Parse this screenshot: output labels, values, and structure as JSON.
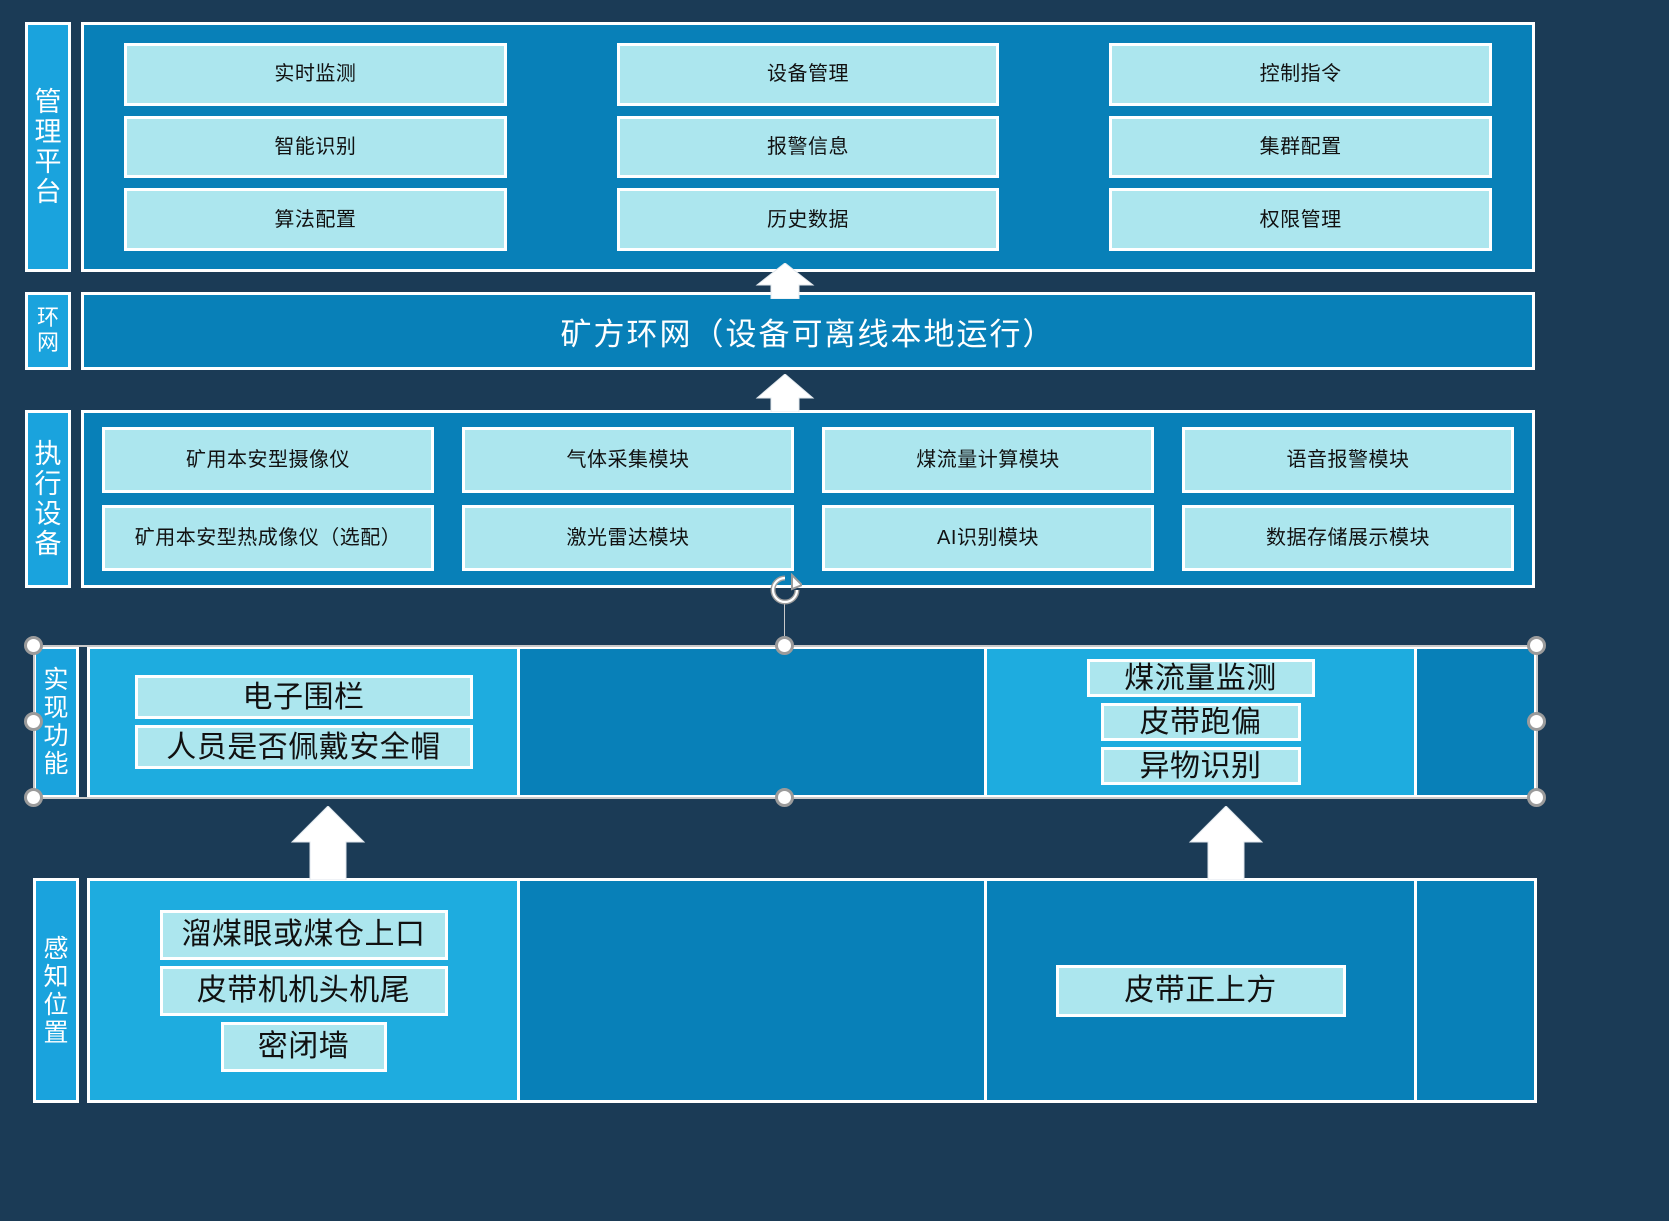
{
  "colors": {
    "canvas_bg": "#1b3b56",
    "band_fill": "#0880b8",
    "category_tab": "#1aa3dd",
    "chip_fill": "#ace6ee",
    "column_highlight": "#1eacdf",
    "border": "#ffffff",
    "handle_stroke": "#9b9b9b"
  },
  "bands": {
    "management": {
      "category": "管理平台",
      "items": [
        "实时监测",
        "设备管理",
        "控制指令",
        "智能识别",
        "报警信息",
        "集群配置",
        "算法配置",
        "历史数据",
        "权限管理"
      ]
    },
    "network": {
      "category": "环网",
      "label": "矿方环网（设备可离线本地运行）"
    },
    "execution": {
      "category": "执行设备",
      "items": [
        "矿用本安型摄像仪",
        "气体采集模块",
        "煤流量计算模块",
        "语音报警模块",
        "矿用本安型热成像仪（选配）",
        "激光雷达模块",
        "AI识别模块",
        "数据存储展示模块"
      ]
    },
    "functions": {
      "category": "实现功能",
      "columns": [
        {
          "highlight": true,
          "items": [
            "电子围栏",
            "人员是否佩戴安全帽"
          ]
        },
        {
          "highlight": false,
          "items": []
        },
        {
          "highlight": true,
          "items": [
            "煤流量监测",
            "皮带跑偏",
            "异物识别"
          ]
        },
        {
          "highlight": false,
          "items": []
        }
      ]
    },
    "sensing": {
      "category": "感知位置",
      "columns": [
        {
          "highlight": true,
          "items": [
            "溜煤眼或煤仓上口",
            "皮带机机头机尾",
            "密闭墙"
          ]
        },
        {
          "highlight": false,
          "items": []
        },
        {
          "highlight": false,
          "items": [
            "皮带正上方"
          ]
        },
        {
          "highlight": false,
          "items": []
        }
      ]
    }
  },
  "arrows": [
    {
      "name": "arrow-network-to-management"
    },
    {
      "name": "arrow-execution-to-network"
    },
    {
      "name": "arrow-sensing-left-to-functions"
    },
    {
      "name": "arrow-sensing-right-to-functions"
    }
  ],
  "selection": {
    "name": "selected-shape-functions-band",
    "rotate_icon": "rotate-handle-icon",
    "handles": [
      "handle-top-left",
      "handle-top-center",
      "handle-top-right",
      "handle-middle-left",
      "handle-middle-right",
      "handle-bottom-left",
      "handle-bottom-center",
      "handle-bottom-right"
    ]
  }
}
